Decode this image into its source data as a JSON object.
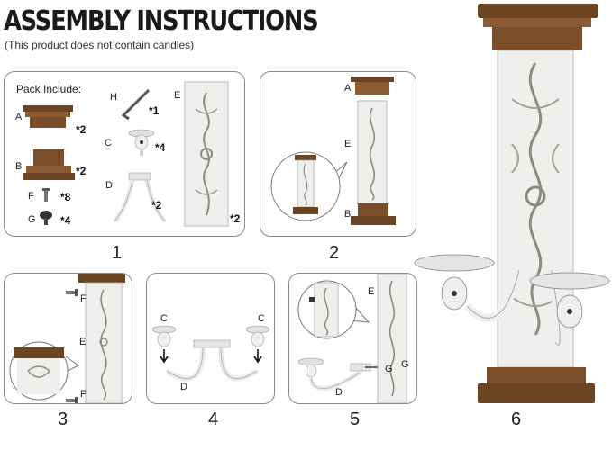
{
  "header": {
    "title": "ASSEMBLY INSTRUCTIONS",
    "subtitle": "(This product does not contain candles)"
  },
  "colors": {
    "wood": "#8a5a32",
    "wood_dark": "#6b4423",
    "metal_white": "#eef0ee",
    "metal_shadow": "#b9bdb9",
    "panel_border": "#8a8a8a"
  },
  "steps": {
    "1": {
      "number": "1",
      "pack_title": "Pack Include:",
      "parts": [
        {
          "letter": "A",
          "qty": "*2"
        },
        {
          "letter": "B",
          "qty": "*2"
        },
        {
          "letter": "C",
          "qty": "*4"
        },
        {
          "letter": "D",
          "qty": "*2"
        },
        {
          "letter": "E",
          "qty": "*2"
        },
        {
          "letter": "F",
          "qty": "*8"
        },
        {
          "letter": "G",
          "qty": "*4"
        },
        {
          "letter": "H",
          "qty": "*1"
        }
      ]
    },
    "2": {
      "number": "2",
      "labels": [
        "A",
        "E",
        "B"
      ]
    },
    "3": {
      "number": "3",
      "labels": [
        "F",
        "E",
        "F"
      ]
    },
    "4": {
      "number": "4",
      "labels": [
        "C",
        "C",
        "D"
      ]
    },
    "5": {
      "number": "5",
      "labels": [
        "E",
        "D",
        "G",
        "G"
      ]
    },
    "6": {
      "number": "6"
    }
  }
}
